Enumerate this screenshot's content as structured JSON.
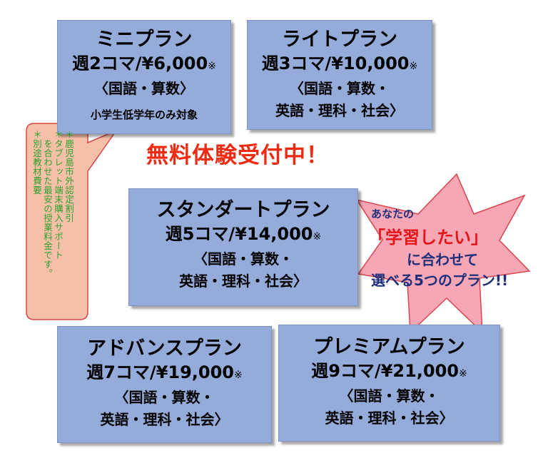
{
  "colors": {
    "plan_fill": "#95abd9",
    "plan_border": "#7e93c2",
    "free_trial": "#ee2b12",
    "callout_fill": "#f6c0a8",
    "callout_border": "#d64545",
    "callout_text": "#2e9f2e",
    "star_fill": "#f7a6b6",
    "star_border": "#d9454f",
    "star_text": "#1f2f7a",
    "star_highlight": "#e4161a"
  },
  "plans": {
    "mini": {
      "name": "ミニプラン",
      "price": "週2コマ/¥6,000",
      "mark": "※",
      "subjects": [
        "〈国語・算数〉"
      ],
      "note": "小学生低学年のみ対象"
    },
    "light": {
      "name": "ライトプラン",
      "price": "週3コマ/¥10,000",
      "mark": "※",
      "subjects": [
        "〈国語・算数・",
        "英語・理科・社会〉"
      ]
    },
    "standard": {
      "name": "スタンダートプラン",
      "price": "週5コマ/¥14,000",
      "mark": "※",
      "subjects": [
        "〈国語・算数・",
        "英語・理科・社会〉"
      ]
    },
    "advance": {
      "name": "アドバンスプラン",
      "price": "週7コマ/¥19,000",
      "mark": "※",
      "subjects": [
        "〈国語・算数・",
        "英語・理科・社会〉"
      ]
    },
    "premium": {
      "name": "プレミアムプラン",
      "price": "週9コマ/¥21,000",
      "mark": "※",
      "subjects": [
        "〈国語・算数・",
        "英語・理科・社会〉"
      ]
    }
  },
  "free_trial": "無料体験受付中！",
  "callout": {
    "lines": [
      "＊鹿児島市外認定割引",
      "＊タブレット端末購入サポート",
      "　を合わせた最安の授業料金です。",
      "＊別途教材費要"
    ]
  },
  "star": {
    "line1": "あなたの",
    "line2": "「学習したい」",
    "line3": "に合わせて",
    "line4": "選べる5つのプラン!!"
  }
}
